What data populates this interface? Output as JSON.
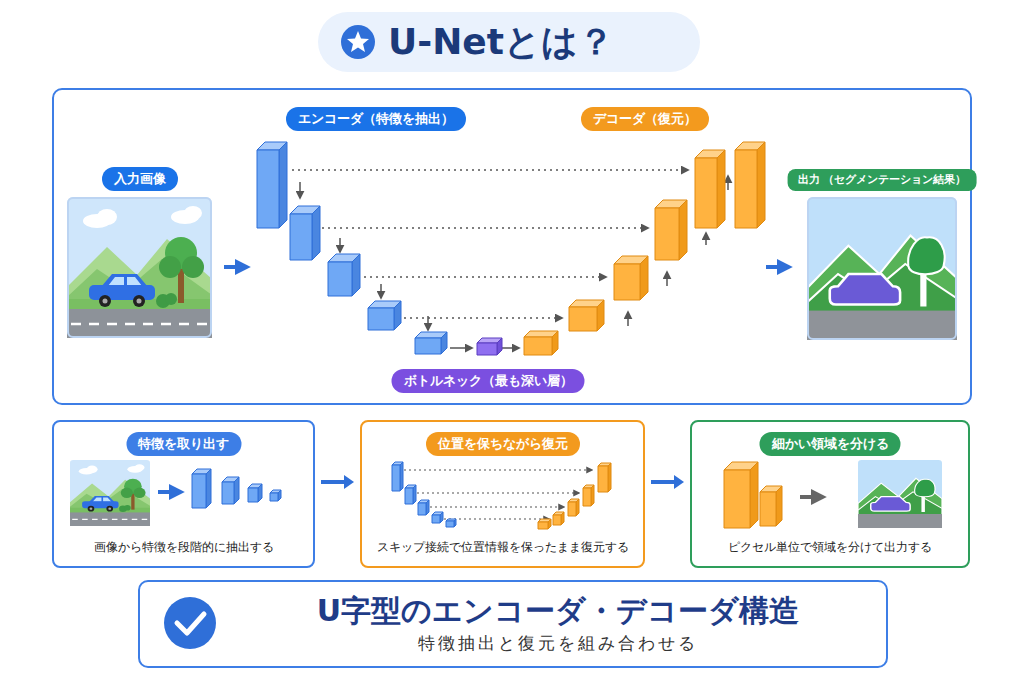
{
  "diagram": {
    "title": "U-Netとは？",
    "nodes": [
      {
        "text": [
          "入力画像"
        ]
      },
      {
        "text": [
          "エンコーダ（特徴を抽出）"
        ]
      },
      {
        "text": [
          "デコーダ（復元）"
        ]
      },
      {
        "text": [
          "ボトルネック（最も深い層）"
        ]
      },
      {
        "text": [
          "出力 （セグメンテーション結果）"
        ]
      },
      {
        "text": [
          "特徴を取り出す",
          "画像から特徴を段階的に抽出する"
        ]
      },
      {
        "text": [
          "位置を保ちながら復元",
          "スキップ接続で位置情報を保ったまま復元する"
        ]
      },
      {
        "text": [
          "細かい領域を分ける",
          "ピクセル単位で領域を分けて出力する"
        ]
      },
      {
        "text": [
          "U字型のエンコーダ・デコーダ構造",
          "特徴抽出と復元を組み合わせる"
        ]
      }
    ],
    "edges": [
      {
        "from": 5,
        "to": 6,
        "arrow": "to"
      },
      {
        "from": 6,
        "to": 7,
        "arrow": "to"
      }
    ]
  }
}
